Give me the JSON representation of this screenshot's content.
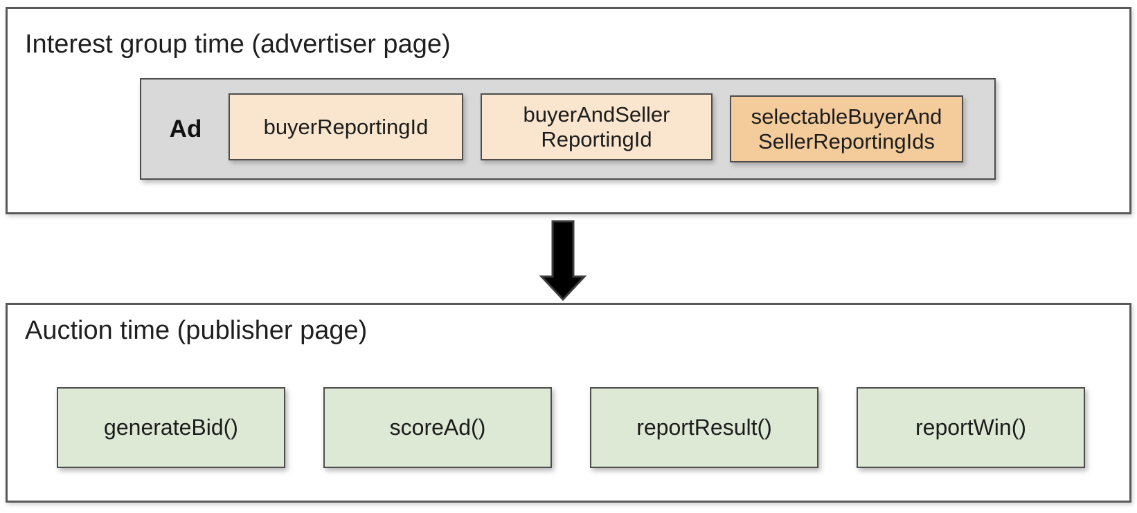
{
  "top_section": {
    "title": "Interest group time (advertiser page)",
    "ad_group": {
      "label": "Ad",
      "boxes": [
        {
          "line1": "buyerReportingId",
          "line2": "",
          "variant": "peach"
        },
        {
          "line1": "buyerAndSeller",
          "line2": "ReportingId",
          "variant": "peach"
        },
        {
          "line1": "selectableBuyerAnd",
          "line2": "SellerReportingIds",
          "variant": "orange"
        }
      ]
    }
  },
  "arrow": {
    "direction": "down",
    "color": "#000000"
  },
  "bottom_section": {
    "title": "Auction time (publisher page)",
    "functions": [
      {
        "label": "generateBid()"
      },
      {
        "label": "scoreAd()"
      },
      {
        "label": "reportResult()"
      },
      {
        "label": "reportWin()"
      }
    ]
  },
  "colors": {
    "background": "#ffffff",
    "section_border": "#595959",
    "box_border": "#4d4d4d",
    "ad_container_fill": "#d9d9d9",
    "peach_fill": "#fae6ce",
    "orange_fill": "#f4cc9c",
    "green_fill": "#dde9d4",
    "text": "#1f1f1f"
  }
}
